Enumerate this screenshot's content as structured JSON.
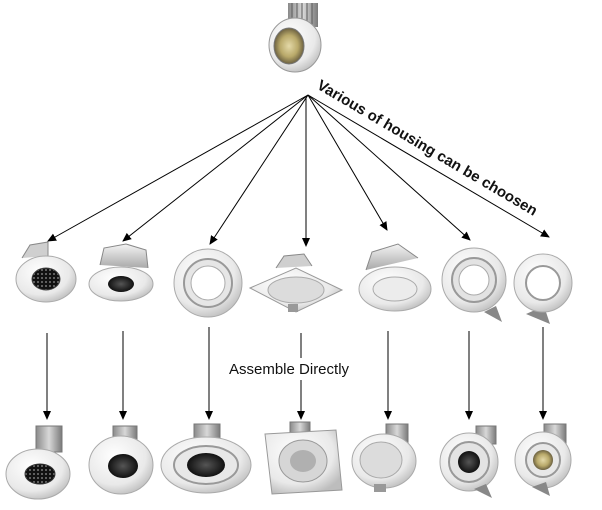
{
  "diagram": {
    "housing_note": "Various of housing can be choosen",
    "assemble_note": "Assemble Directly"
  },
  "items": {
    "module": "led-module",
    "top_row": [
      "housing-1",
      "housing-2",
      "housing-3",
      "housing-4",
      "housing-5",
      "housing-6",
      "housing-7"
    ],
    "bottom_row": [
      "assembled-1",
      "assembled-2",
      "assembled-3",
      "assembled-4",
      "assembled-5",
      "assembled-6",
      "assembled-7"
    ]
  }
}
